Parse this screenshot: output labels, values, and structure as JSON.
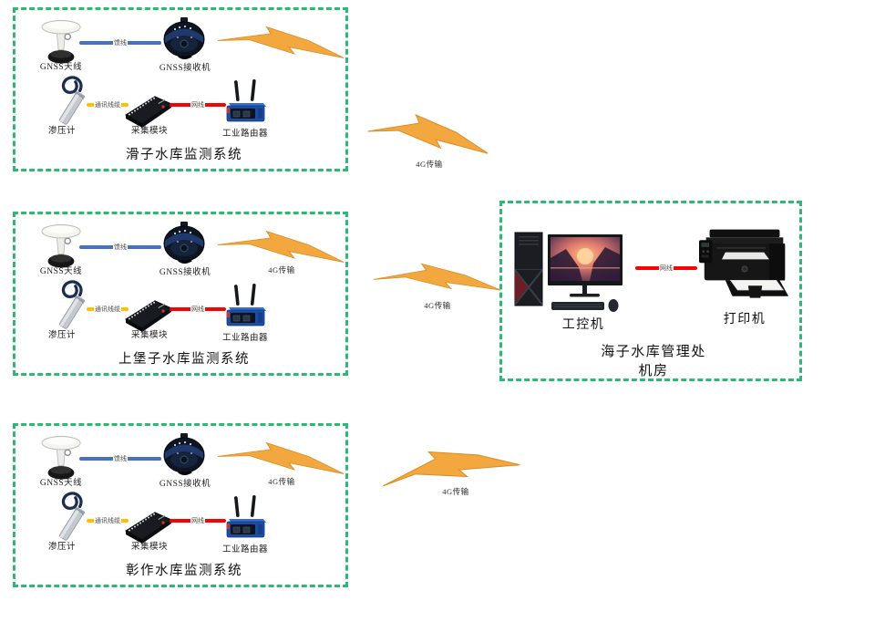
{
  "systems": [
    {
      "title": "滑子水库监测系统",
      "bolt_label": ""
    },
    {
      "title": "上堡子水库监测系统",
      "bolt_label": "4G传输"
    },
    {
      "title": "彰作水库监测系统",
      "bolt_label": "4G传输"
    }
  ],
  "devices": {
    "antenna": "GNSS天线",
    "receiver": "GNSS接收机",
    "piezometer": "渗压计",
    "collector": "采集模块",
    "router": "工业路由器"
  },
  "cables": {
    "feeder": "馈线",
    "comm": "通讯线缆",
    "ethernet": "网线"
  },
  "links": [
    {
      "label": "4G传输"
    },
    {
      "label": "4G传输"
    },
    {
      "label": "4G传输"
    }
  ],
  "office": {
    "computer": "工控机",
    "printer": "打印机",
    "cable": "网线",
    "title_line1": "海子水库管理处",
    "title_line2": "机房"
  },
  "icons": {
    "antenna": "gnss-antenna-icon",
    "receiver": "gnss-receiver-icon",
    "piezometer": "piezometer-icon",
    "collector": "collector-module-icon",
    "router": "industrial-router-icon",
    "bolt": "lightning-bolt-icon",
    "computer": "industrial-computer-icon",
    "printer": "printer-icon"
  },
  "colors": {
    "box_border_green": "#2eb873",
    "feeder_blue": "#4472c4",
    "comm_yellow": "#ffc000",
    "ethernet_red": "#fe0000",
    "bolt_orange": "#f3a73f"
  }
}
